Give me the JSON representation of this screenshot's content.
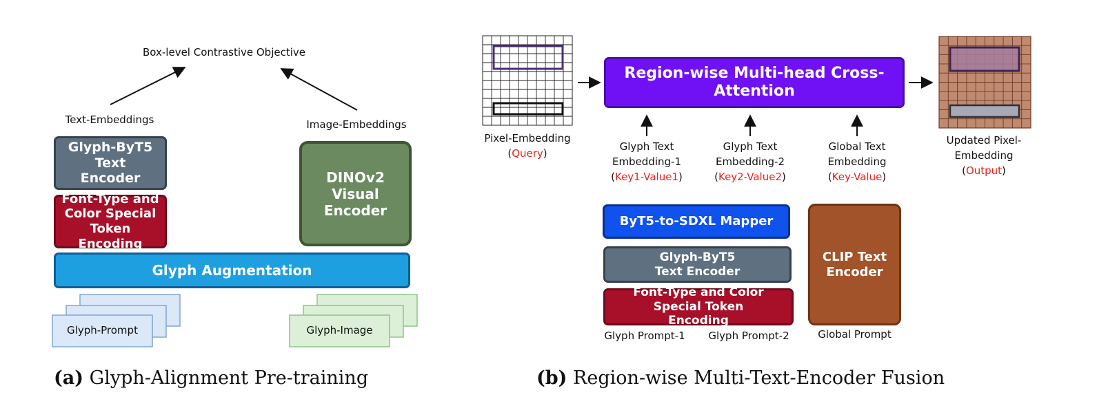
{
  "panel_a": {
    "objective": "Box-level Contrastive Objective",
    "text_embeddings": "Text-Embeddings",
    "image_embeddings": "Image-Embeddings",
    "glyph_byt5": "Glyph-ByT5 Text Encoder",
    "font_type": "Font-Type and Color Special Token Encoding",
    "dinov2": "DINOv2 Visual Encoder",
    "glyph_aug": "Glyph Augmentation",
    "glyph_prompt": "Glyph-Prompt",
    "glyph_image": "Glyph-Image",
    "caption_tag": "(a)",
    "caption_text": "Glyph-Alignment Pre-training"
  },
  "panel_b": {
    "pixel_embedding": "Pixel-Embedding",
    "query": "Query",
    "cross_attention": "Region-wise Multi-head Cross-Attention",
    "updated_pixel": "Updated Pixel-Embedding",
    "output": "Output",
    "glyph_text_1_l1": "Glyph Text",
    "glyph_text_1_l2": "Embedding-1",
    "key1": "Key1-Value1",
    "glyph_text_2_l1": "Glyph Text",
    "glyph_text_2_l2": "Embedding-2",
    "key2": "Key2-Value2",
    "global_text_l1": "Global Text",
    "global_text_l2": "Embedding",
    "key": "Key-Value",
    "mapper": "ByT5-to-SDXL Mapper",
    "glyph_byt5": "Glyph-ByT5 Text Encoder",
    "font_type": "Font-Type and Color Special Token Encoding",
    "clip": "CLIP Text Encoder",
    "glyph_prompt_1": "Glyph Prompt-1",
    "glyph_prompt_2": "Glyph Prompt-2",
    "global_prompt": "Global Prompt",
    "caption_tag": "(b)",
    "caption_text": "Region-wise Multi-Text-Encoder Fusion"
  },
  "colors": {
    "slate": "#5f7080",
    "crimson": "#a8102a",
    "sky": "#1d9fe0",
    "sage": "#6b8a5f",
    "violet": "#7010f5",
    "royal": "#0f52ee",
    "rust": "#a35329",
    "grid_fill": "#c08a70"
  },
  "icons": [
    "fire-icon",
    "snowflake-icon",
    "arrow-icon"
  ]
}
